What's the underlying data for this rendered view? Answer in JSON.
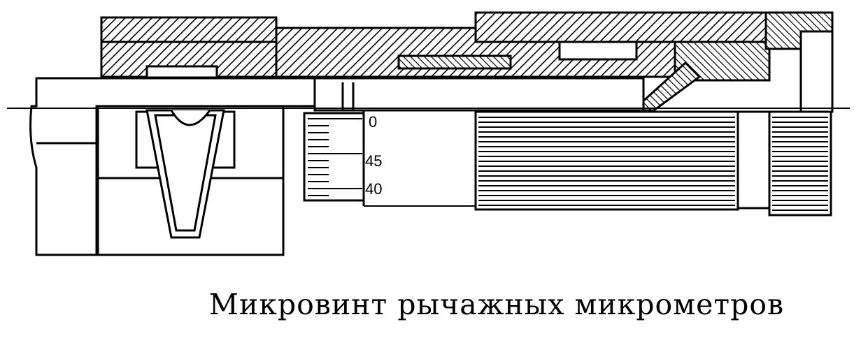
{
  "caption": "Микровинт рычажных микрометров",
  "scale_labels": [
    "0",
    "45",
    "40"
  ],
  "colors": {
    "ink": "#000000",
    "paper": "#ffffff"
  }
}
